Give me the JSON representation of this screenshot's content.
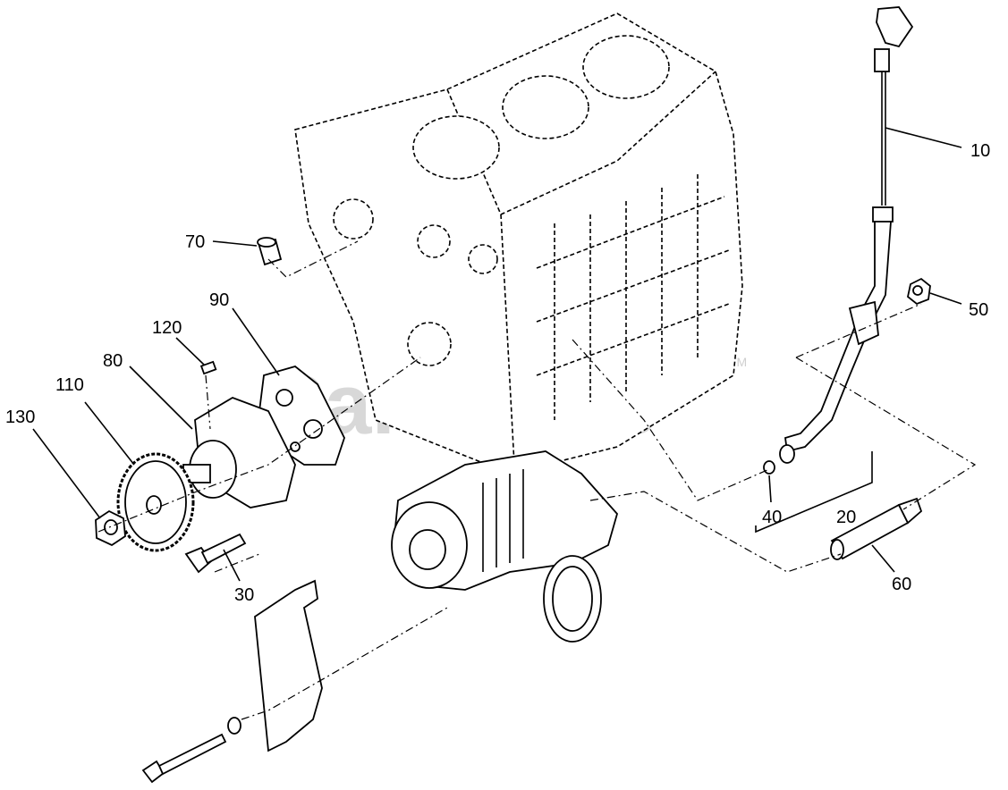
{
  "watermark": {
    "text": "PartsTree",
    "tm": "TM"
  },
  "callouts": [
    {
      "id": "10",
      "label": "10"
    },
    {
      "id": "20",
      "label": "20"
    },
    {
      "id": "30",
      "label": "30"
    },
    {
      "id": "40",
      "label": "40"
    },
    {
      "id": "50",
      "label": "50"
    },
    {
      "id": "60",
      "label": "60"
    },
    {
      "id": "70",
      "label": "70"
    },
    {
      "id": "80",
      "label": "80"
    },
    {
      "id": "90",
      "label": "90"
    },
    {
      "id": "110",
      "label": "110"
    },
    {
      "id": "120",
      "label": "120"
    },
    {
      "id": "130",
      "label": "130"
    }
  ]
}
